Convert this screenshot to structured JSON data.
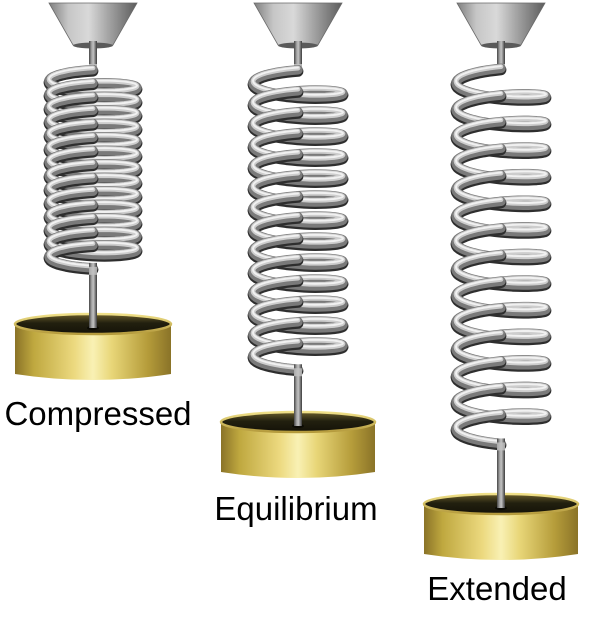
{
  "figures": [
    {
      "id": "compressed",
      "label": "Compressed",
      "state": "compressed",
      "coils": 13
    },
    {
      "id": "equilibrium",
      "label": "Equilibrium",
      "state": "equilibrium",
      "coils": 13
    },
    {
      "id": "extended",
      "label": "Extended",
      "state": "extended",
      "coils": 13
    }
  ],
  "palette": {
    "background": "#ffffff",
    "label_color": "#000000",
    "metal_dark": "#2e2e2e",
    "metal_mid": "#7a7a7a",
    "metal_light": "#cdcdcd",
    "metal_specular": "#f1f1f1",
    "funnel_light": "#d9d9d9",
    "funnel_dark": "#5c5c5c",
    "rod_dark": "#3b3b3b",
    "rod_light": "#c2c2c2",
    "gold_edge": "#8a7328",
    "gold_mid": "#d8c254",
    "gold_bright": "#f9f1b4",
    "gold_rim": "#e3cf6b",
    "weight_top_dark": "#141208"
  }
}
